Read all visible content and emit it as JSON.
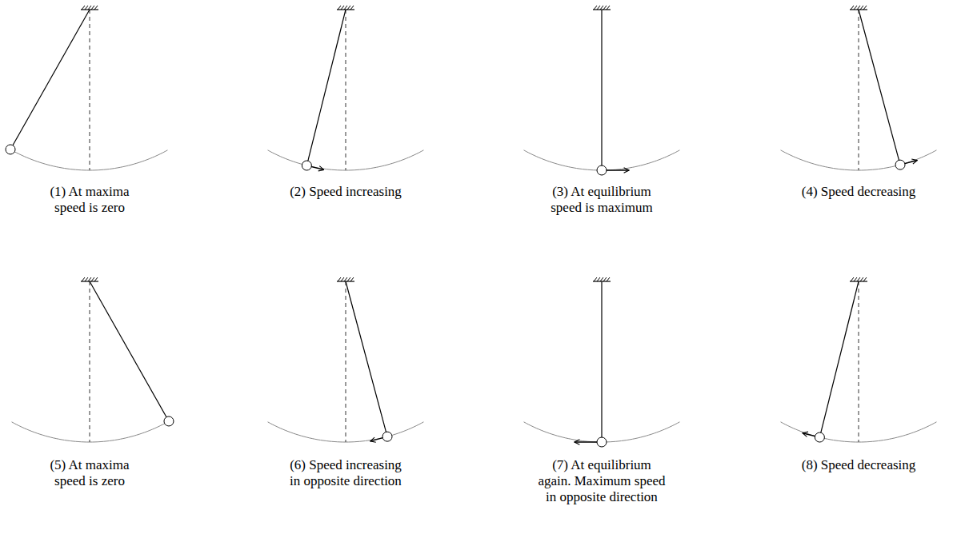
{
  "diagram": {
    "labels": [
      "(1) At maxima speed is zero",
      "(2) Speed increasing",
      "(3) At equilibrium speed is maximum",
      "(4) Speed decreasing",
      "(5) At maxima speed is zero",
      "(6) Speed increasing in opposite direction",
      "(7) At equilibrium again. Maximum speed in opposite direction",
      "(8) Speed decreasing"
    ]
  }
}
